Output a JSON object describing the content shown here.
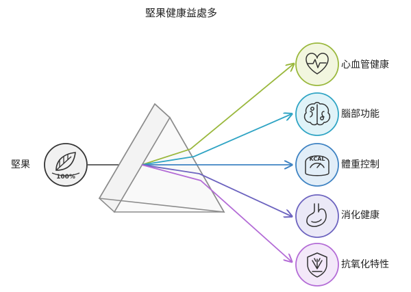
{
  "title": "堅果健康益處多",
  "source": {
    "label": "堅果",
    "icon": "nut-100-percent-icon",
    "badge_text": "100%"
  },
  "benefits": [
    {
      "label": "心血管健康",
      "icon": "heart-pulse-icon",
      "color": "#9ab83d",
      "fill": "#f2f6df"
    },
    {
      "label": "腦部功能",
      "icon": "brain-icon",
      "color": "#2fa4c4",
      "fill": "#e0f3f8"
    },
    {
      "label": "體重控制",
      "icon": "kcal-scale-icon",
      "color": "#3d82c2",
      "fill": "#e2eef8",
      "icon_text": "KCAL"
    },
    {
      "label": "消化健康",
      "icon": "stomach-icon",
      "color": "#6c63bf",
      "fill": "#ebe9f7"
    },
    {
      "label": "抗氧化特性",
      "icon": "shield-icon",
      "color": "#b36bd6",
      "fill": "#f3e8f9"
    }
  ],
  "colors": {
    "prism_stroke": "#8c8c8c",
    "prism_fill": "#f3f3f3",
    "source_line": "#333333"
  }
}
